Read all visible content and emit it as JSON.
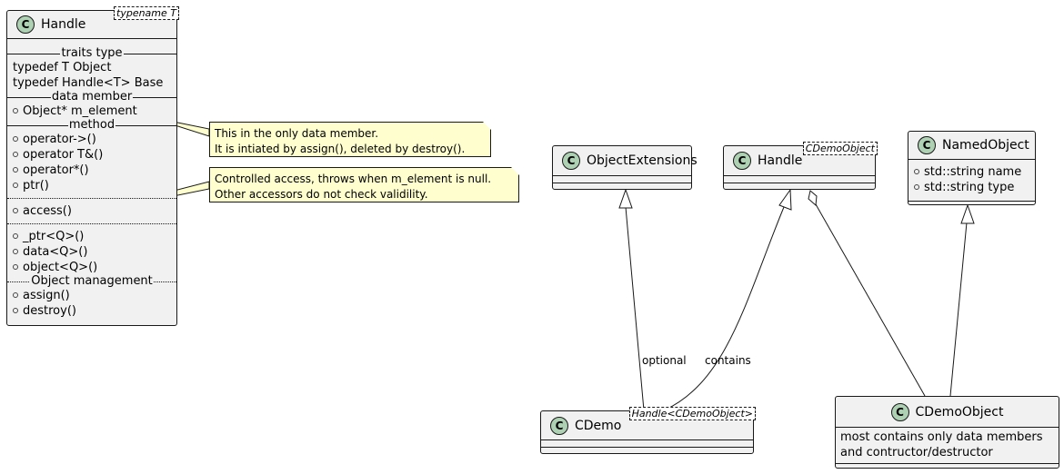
{
  "handle_template": {
    "name": "Handle",
    "template_param": "typename T",
    "sections": {
      "traits_label": "traits type",
      "traits": [
        "typedef T Object",
        "typedef Handle<T> Base"
      ],
      "data_label": "data member",
      "data": [
        "Object* m_element"
      ],
      "method_label": "method",
      "methods": [
        "operator->()",
        "operator T&()",
        "operator*()",
        "ptr()"
      ],
      "access": [
        "access()"
      ],
      "templated": [
        "_ptr<Q>()",
        "data<Q>()",
        "object<Q>()"
      ],
      "mgmt_label": "Object management",
      "mgmt": [
        "assign()",
        "destroy()"
      ]
    }
  },
  "notes": {
    "data_member": [
      "This in the only data member.",
      "It is intiated by assign(), deleted by destroy()."
    ],
    "access": [
      "Controlled access, throws when m_element is null.",
      "Other accessors do not check validility."
    ]
  },
  "object_extensions": {
    "name": "ObjectExtensions"
  },
  "handle_cdemo": {
    "name": "Handle",
    "template_param": "CDemoObject"
  },
  "named_object": {
    "name": "NamedObject",
    "attributes": [
      "std::string name",
      "std::string type"
    ]
  },
  "cdemo": {
    "name": "CDemo",
    "template_param": "Handle<CDemoObject>"
  },
  "cdemo_object": {
    "name": "CDemoObject",
    "description": [
      "most contains only data members",
      "and contructor/destructor"
    ]
  },
  "edges": {
    "optional_label": "optional",
    "contains_label": "contains"
  },
  "class_stereotype_glyph": "C"
}
